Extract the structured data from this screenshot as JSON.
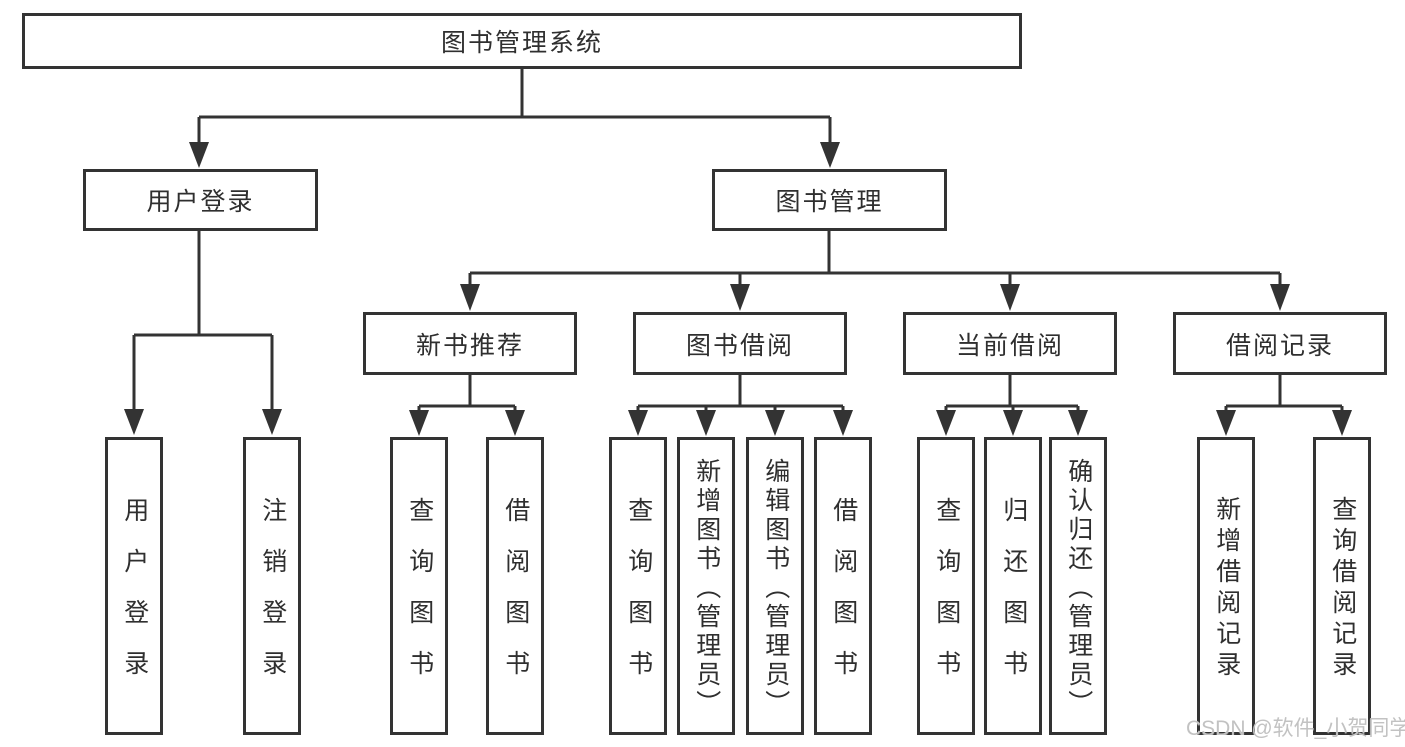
{
  "diagram": {
    "title": "图书管理系统",
    "level1": {
      "user_login": "用户登录",
      "book_management": "图书管理"
    },
    "level2": {
      "new_books": "新书推荐",
      "book_borrowing": "图书借阅",
      "current_borrowing": "当前借阅",
      "borrowing_records": "借阅记录"
    },
    "leaves": {
      "user_login": [
        "用户登录",
        "注销登录"
      ],
      "new_books": [
        "查询图书",
        "借阅图书"
      ],
      "book_borrowing": [
        "查询图书",
        "新增图书（管理员）",
        "编辑图书（管理员）",
        "借阅图书"
      ],
      "current_borrowing": [
        "查询图书",
        "归还图书",
        "确认归还（管理员）"
      ],
      "borrowing_records": [
        "新增借阅记录",
        "查询借阅记录"
      ]
    },
    "watermark": "CSDN @软件_小贺同学",
    "colors": {
      "line": "#333333",
      "text": "#2f2f2f",
      "box_background": "#ffffff",
      "watermark": "#c2c2c2",
      "background": "#ffffff"
    }
  }
}
